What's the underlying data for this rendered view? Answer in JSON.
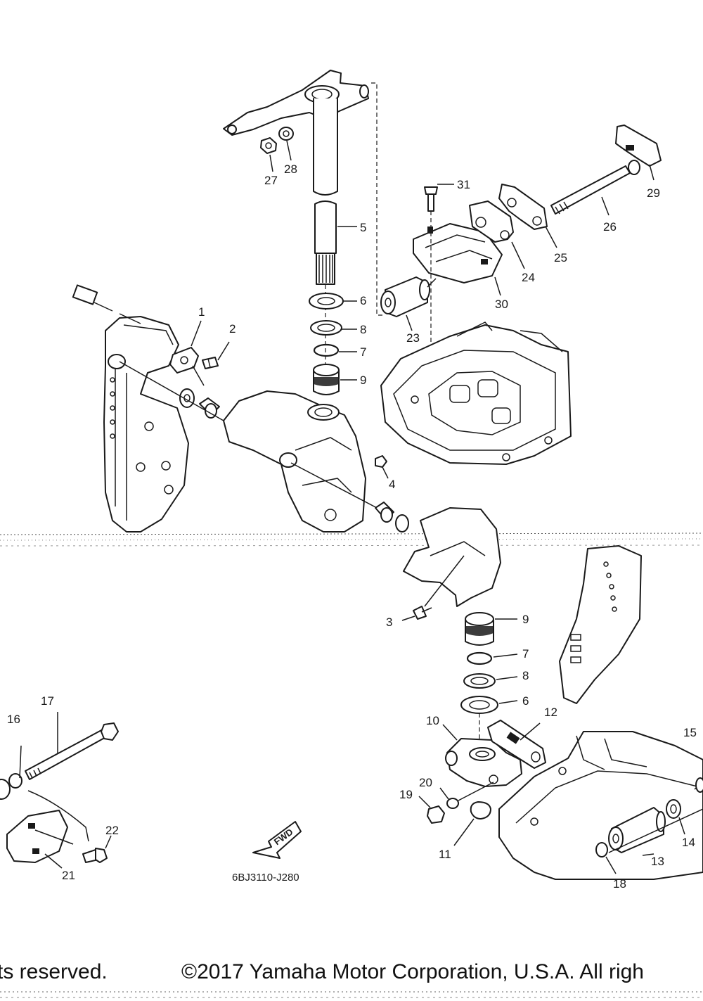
{
  "diagram_code": "6BJ3110-J280",
  "fwd_label": "FWD",
  "footer": {
    "left": "ts reserved.",
    "right": "©2017 Yamaha Motor Corporation, U.S.A. All righ"
  },
  "labels": {
    "l1": "1",
    "l2": "2",
    "l3": "3",
    "l4": "4",
    "l5": "5",
    "l6a": "6",
    "l6b": "6",
    "l7a": "7",
    "l7b": "7",
    "l8a": "8",
    "l8b": "8",
    "l9a": "9",
    "l9b": "9",
    "l10": "10",
    "l11": "11",
    "l12": "12",
    "l13": "13",
    "l14": "14",
    "l15": "15",
    "l16": "16",
    "l17": "17",
    "l18": "18",
    "l19": "19",
    "l20": "20",
    "l21": "21",
    "l22": "22",
    "l23": "23",
    "l24": "24",
    "l25": "25",
    "l26": "26",
    "l27": "27",
    "l28": "28",
    "l29": "29",
    "l30": "30",
    "l31": "31"
  }
}
